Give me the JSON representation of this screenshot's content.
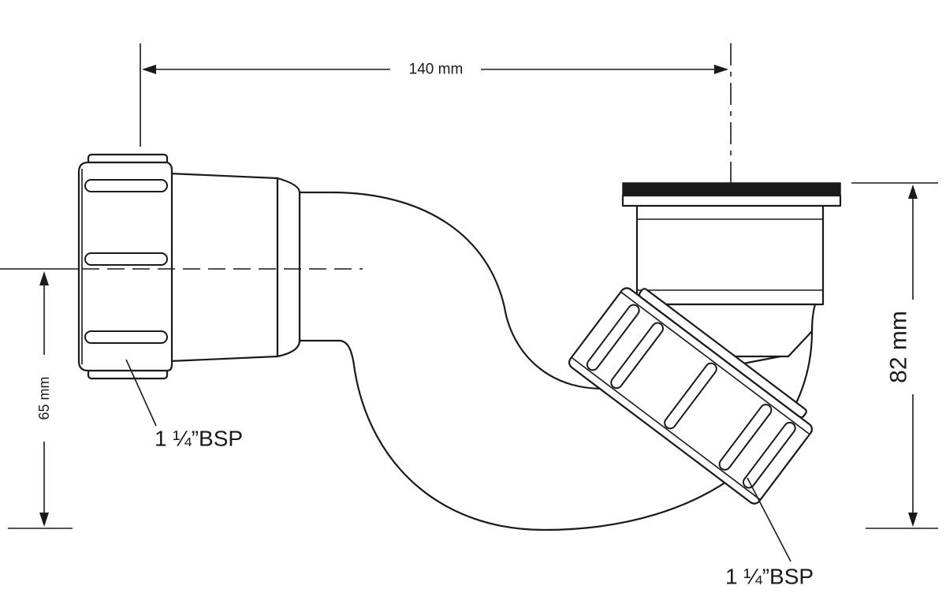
{
  "dimensions": {
    "width_label": "140 mm",
    "height_left_label": "65 mm",
    "height_right_label": "82 mm"
  },
  "connections": {
    "left_label": "1 ¼”BSP",
    "right_label": "1 ¼”BSP"
  },
  "colors": {
    "line": "#1a1a1a",
    "background": "#ffffff",
    "seal": "#1a1a1a"
  }
}
